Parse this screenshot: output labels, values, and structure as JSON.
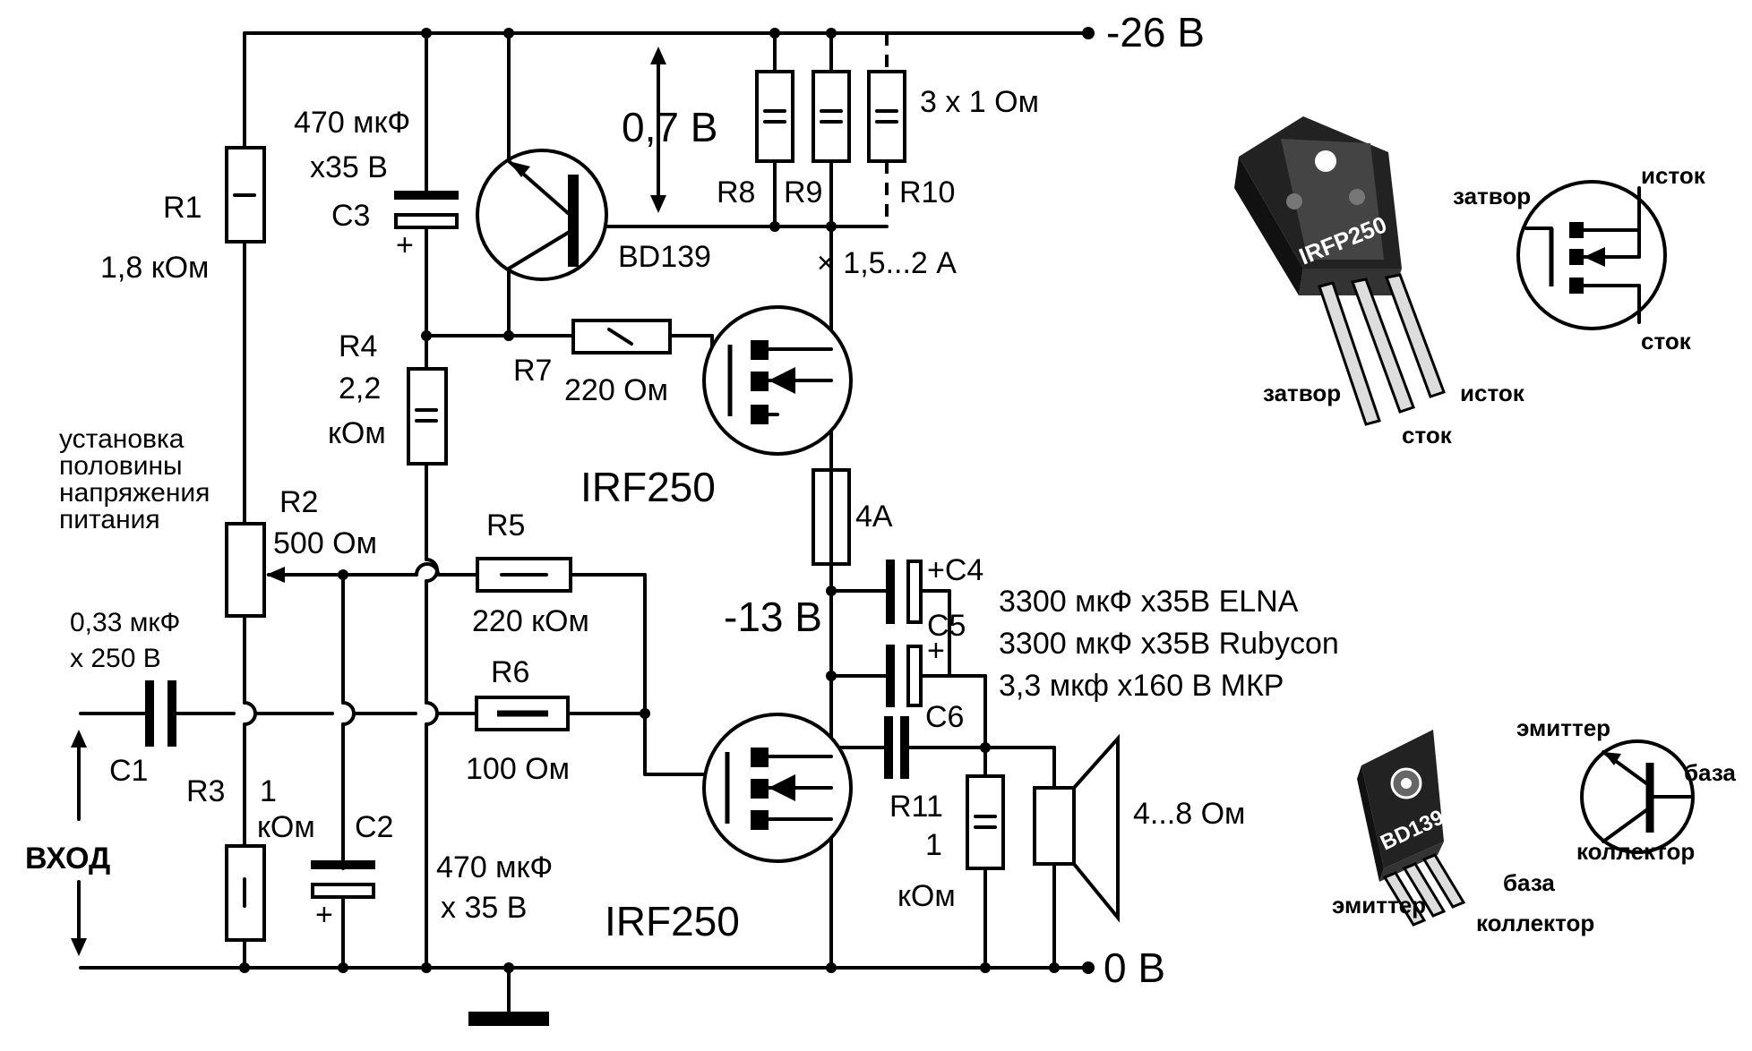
{
  "labels": {
    "supply_neg": "-26 В",
    "supply_gnd": "0 В",
    "mid_voltage": "-13 В",
    "input": "ВХОД",
    "vbe": "0,7 В",
    "current": "× 1,5...2 А",
    "r1": "R1",
    "r1_val": "1,8 кОм",
    "r2": "R2",
    "r2_val": "500 Ом",
    "r2_note": [
      "установка",
      "половины",
      "напряжения",
      "питания"
    ],
    "r3": "R3",
    "r3_val": [
      "1",
      "кОм"
    ],
    "r4": "R4",
    "r4_val": [
      "2,2",
      "кОм"
    ],
    "r5": "R5",
    "r5_val": "220 кОм",
    "r6": "R6",
    "r6_val": "100 Ом",
    "r7": "R7",
    "r7_val": "220 Ом",
    "r8": "R8",
    "r9": "R9",
    "r10": "R10",
    "r8_10_val": "3 x 1 Ом",
    "r11": "R11",
    "r11_val": [
      "1",
      "кОм"
    ],
    "c1": "C1",
    "c1_val": [
      "0,33 мкФ",
      "x 250 В"
    ],
    "c2": "C2",
    "c2_val": [
      "470 мкФ",
      "x 35 В"
    ],
    "c3": "C3",
    "c3_val": [
      "470 мкФ",
      "x35 В"
    ],
    "c4": "+C4",
    "c5": "C5",
    "c6": "C6",
    "c4_val": "3300 мкФ x35В ELNA",
    "c5_val": "3300 мкФ x35В Rubycon",
    "c6_val": "3,3 мкф x160 В МКР",
    "fuse": "4А",
    "speaker": "4...8 Ом",
    "q_bjt": "BD139",
    "q_mos_top": "IRF250",
    "q_mos_bot": "IRF250"
  },
  "pinout": {
    "irfp": {
      "package_label": "IRFP250",
      "gate": "затвор",
      "drain": "сток",
      "source": "исток",
      "sym_gate": "затвор",
      "sym_source": "исток",
      "sym_drain": "сток"
    },
    "bd": {
      "package_label": "BD139",
      "emitter": "эмиттер",
      "collector": "коллектор",
      "base": "база",
      "sym_emitter": "эмиттер",
      "sym_base": "база",
      "sym_collector": "коллектор"
    }
  }
}
